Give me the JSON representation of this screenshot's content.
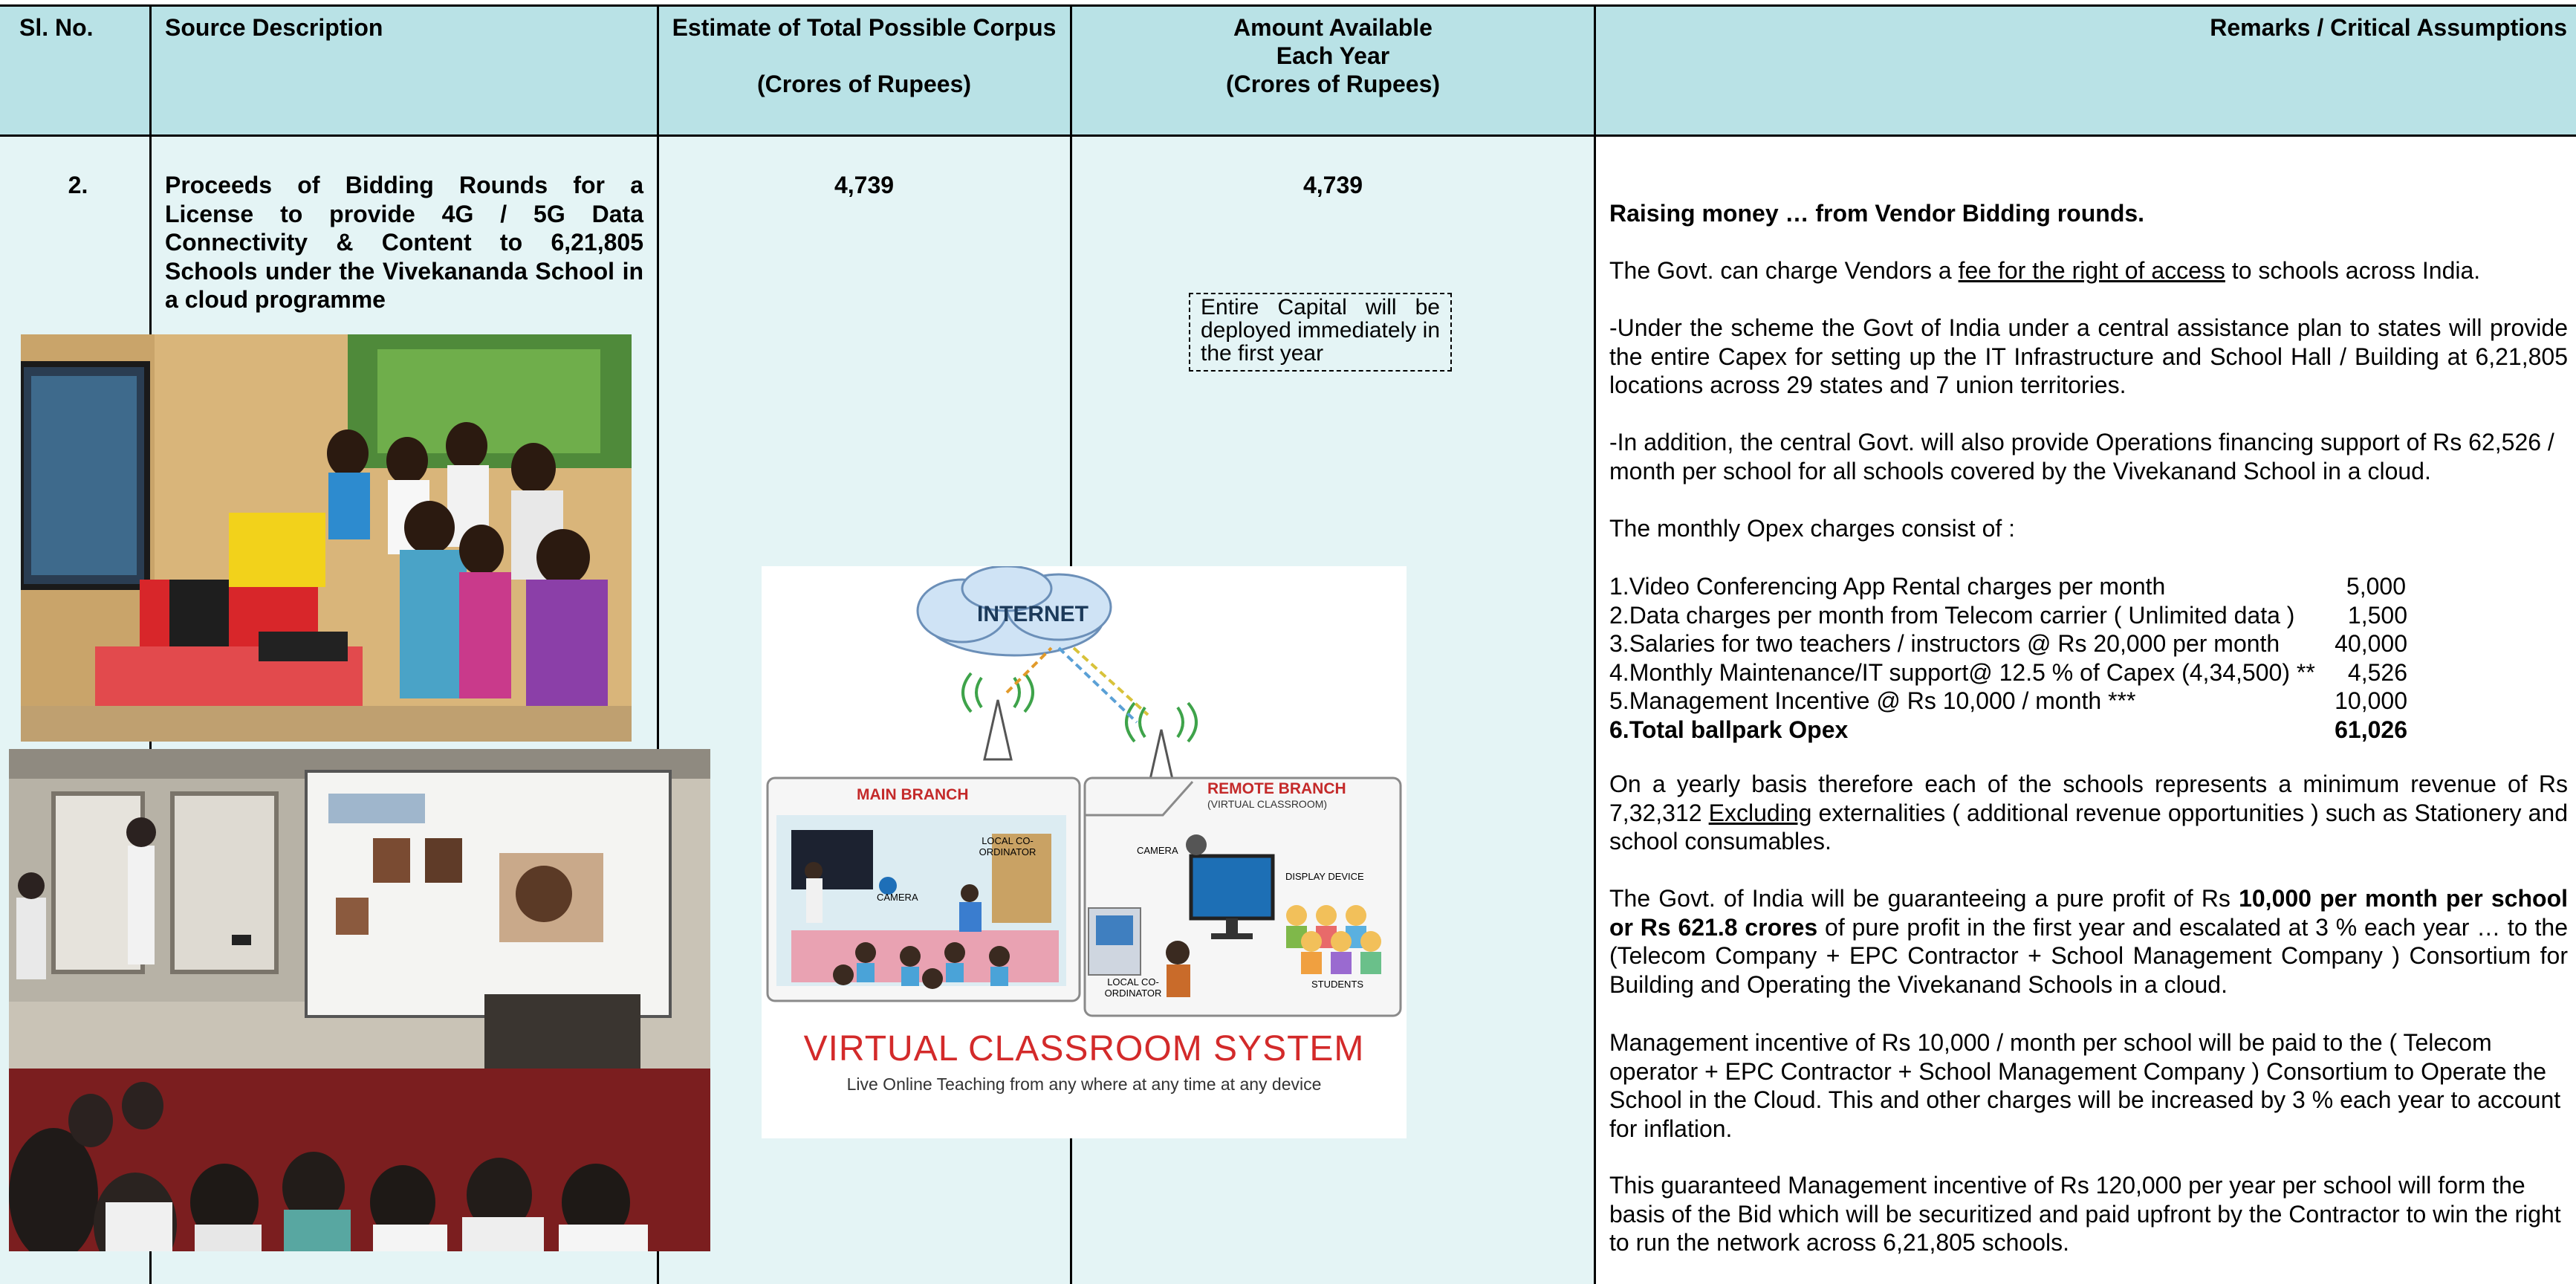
{
  "table": {
    "headers": {
      "sl_no": "Sl. No.",
      "source": "Source Description",
      "corpus_line1": "Estimate of Total Possible Corpus",
      "corpus_line2": "(Crores of Rupees)",
      "amount_line1": "Amount Available",
      "amount_line2": "Each Year",
      "amount_line3": "(Crores of Rupees)",
      "remarks": "Remarks  /  Critical Assumptions"
    },
    "row": {
      "sl_no": "2.",
      "source_description": "Proceeds of  Bidding Rounds for a License to provide 4G / 5G  Data Connectivity & Content to 6,21,805 Schools under the Vivekananda School in a cloud programme",
      "corpus": "4,739",
      "amount_each_year": "4,739",
      "capital_note": "Entire Capital will be deployed immediately in the first year"
    }
  },
  "diagram": {
    "cloud_label": "INTERNET",
    "main_branch": "MAIN BRANCH",
    "remote_branch": "REMOTE BRANCH",
    "remote_sub": "(VIRTUAL CLASSROOM)",
    "local_coordinator_1": "LOCAL CO-ORDINATOR",
    "camera_1": "CAMERA",
    "camera_2": "CAMERA",
    "display_device": "DISPLAY DEVICE",
    "students": "STUDENTS",
    "local_coordinator_2": "LOCAL CO-ORDINATOR",
    "title": "VIRTUAL CLASSROOM SYSTEM",
    "subtitle": "Live Online Teaching from any where at any time at any device"
  },
  "remarks": {
    "heading": "Raising money … from Vendor Bidding rounds.",
    "p1_before": "The Govt. can charge Vendors a ",
    "p1_link": "fee for the right of access",
    "p1_after": " to schools across India.",
    "p2": "-Under the scheme the Govt of India under a central assistance plan to states will provide the entire Capex for setting up the IT Infrastructure and School Hall / Building at 6,21,805 locations across 29 states and 7 union territories.",
    "p3": "-In addition, the central Govt. will also provide Operations financing support of Rs 62,526 / month per school for all schools covered by the Vivekanand School in a cloud.",
    "p4": "The monthly Opex charges consist of :",
    "opex": [
      {
        "label": "1.Video Conferencing App Rental charges per month",
        "amount": "5,000"
      },
      {
        "label": "2.Data charges per month from Telecom carrier ( Unlimited data )",
        "amount": "1,500"
      },
      {
        "label": "3.Salaries for two teachers / instructors @ Rs 20,000 per month",
        "amount": "40,000"
      },
      {
        "label": "4.Monthly Maintenance/IT support@ 12.5 % of  Capex (4,34,500) **",
        "amount": "4,526"
      },
      {
        "label": "5.Management Incentive @ Rs 10,000 / month ***",
        "amount": "10,000"
      },
      {
        "label": "6.Total ballpark Opex",
        "amount": "61,026"
      }
    ],
    "p5_before": "On a yearly basis therefore each of the schools represents a minimum revenue of Rs 7,32,312 ",
    "p5_ul": "Excluding",
    "p5_after": " externalities ( additional revenue opportunities ) such as Stationery and school consumables.",
    "p6_a": "The Govt. of India will be guaranteeing a pure profit of Rs  ",
    "p6_b": "10,000 per month per school or Rs 621.8 crores",
    "p6_c": " of pure profit in the first year and escalated at 3 % each year … to the (Telecom Company + EPC Contractor + School Management Company ) Consortium for Building and Operating the Vivekanand Schools in a cloud.",
    "p7": "Management incentive of  Rs 10,000 / month per school will be paid to the (  Telecom operator + EPC Contractor + School Management Company ) Consortium to Operate the School in the Cloud. This and other charges will be increased by 3 % each year to account for inflation.",
    "p8": "This guaranteed Management incentive of Rs 120,000 per year per school will form the basis of the  Bid which will be securitized and paid upfront by the Contractor to win the right to run the network across 6,21,805 schools."
  }
}
